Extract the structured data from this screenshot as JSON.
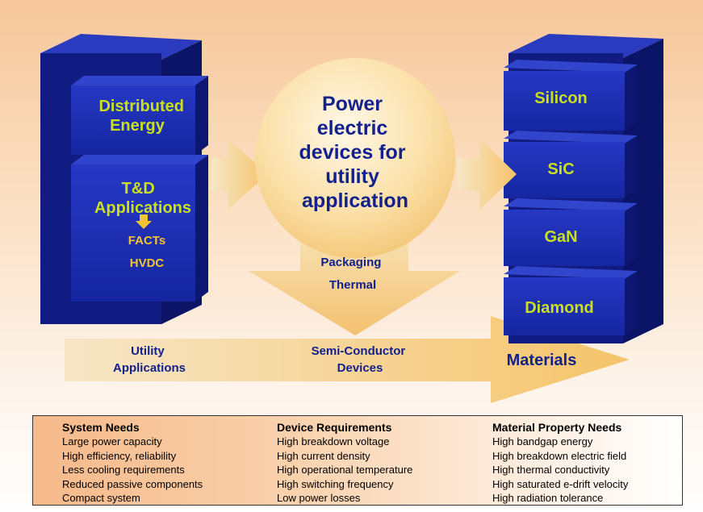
{
  "left_stack": {
    "top_block": [
      "Distributed",
      "Energy"
    ],
    "bottom_block": [
      "T&D",
      "Applications"
    ],
    "sub_items": [
      "FACTs",
      "HVDC"
    ]
  },
  "center": {
    "circle_lines": [
      "Power",
      "electric",
      "devices for",
      "utility",
      "application"
    ],
    "packaging_lines": [
      "Packaging",
      "Thermal"
    ]
  },
  "right_stack": {
    "blocks": [
      "Silicon",
      "SiC",
      "GaN",
      "Diamond"
    ]
  },
  "bottom_arrow": {
    "utility": [
      "Utility",
      "Applications"
    ],
    "semiconductor": [
      "Semi-Conductor",
      "Devices"
    ],
    "materials": "Materials"
  },
  "needs_table": {
    "columns": [
      {
        "header": "System Needs",
        "items": [
          "Large power capacity",
          "High efficiency, reliability",
          "Less cooling requirements",
          "Reduced passive components",
          "Compact system"
        ]
      },
      {
        "header": "Device Requirements",
        "items": [
          "High breakdown voltage",
          "High current density",
          "High operational temperature",
          "High switching frequency",
          "Low power losses"
        ]
      },
      {
        "header": "Material Property Needs",
        "items": [
          "High bandgap energy",
          "High breakdown electric field",
          "High thermal conductivity",
          "High saturated e-drift velocity",
          "High radiation tolerance"
        ]
      }
    ]
  },
  "colors": {
    "block_front": "#1c2fb5",
    "block_dark": "#0b1466",
    "block_text": "#c8e020",
    "diagram_text": "#12218c",
    "arrow": "#f7cf8a"
  }
}
